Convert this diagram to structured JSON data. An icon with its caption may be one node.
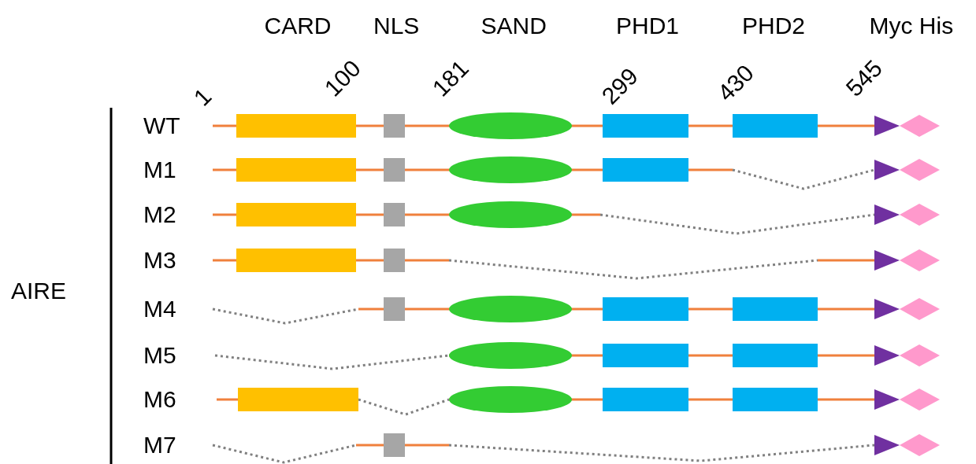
{
  "diagram": {
    "labels": [
      "CARD",
      "NLS",
      "SAND",
      "PHD1",
      "PHD2",
      "Myc His",
      "1",
      "100",
      "181",
      "299",
      "430",
      "545",
      "WT",
      "M1",
      "M2",
      "M3",
      "AIRE",
      "M4",
      "M5",
      "M6",
      "M7"
    ]
  }
}
